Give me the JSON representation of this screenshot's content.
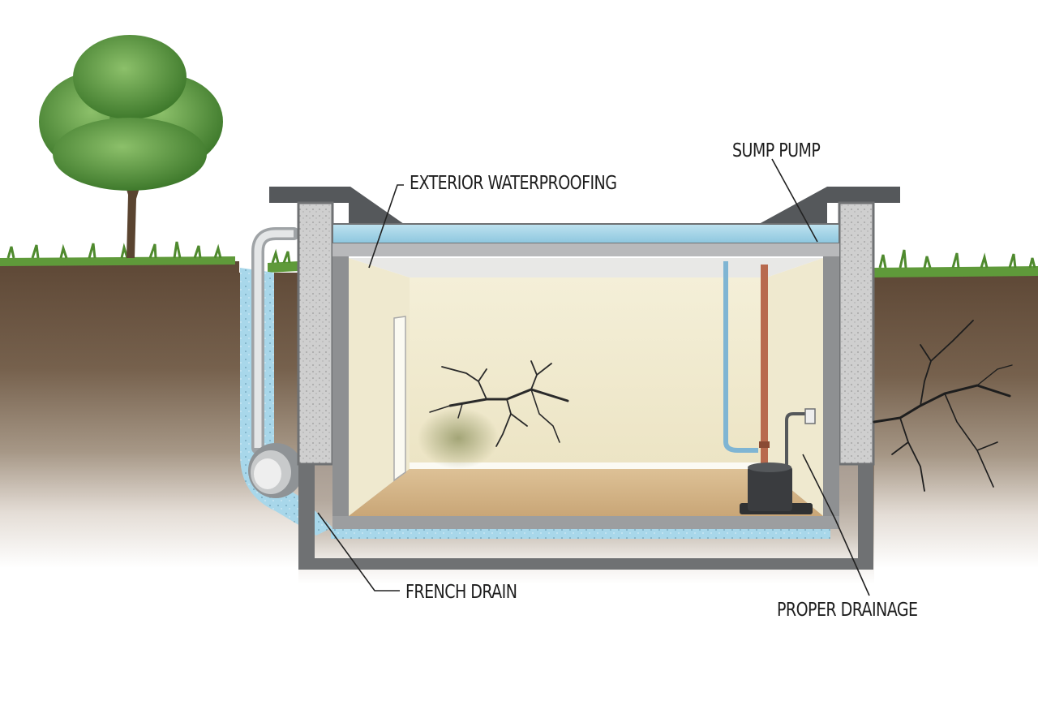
{
  "labels": {
    "exterior_waterproofing": "EXTERIOR WATERPROOFING",
    "sump_pump": "SUMP PUMP",
    "french_drain": "FRENCH DRAIN",
    "proper_drainage": "PROPER DRAINAGE"
  },
  "icons": [
    "tree-icon",
    "crack-icon",
    "sump-pump-icon",
    "drain-pipe-icon"
  ],
  "colors": {
    "soil": "#6b5440",
    "grass": "#5f9a3a",
    "concrete": "#c8c8c8",
    "wall_frame": "#6f7173",
    "water": "#9fd0e4",
    "interior_wall": "#f2ecd2",
    "floor": "#d7b98d",
    "pump": "#3a3c3f",
    "pipe_blue": "#7fb5d3",
    "pipe_copper": "#b86a4e"
  }
}
